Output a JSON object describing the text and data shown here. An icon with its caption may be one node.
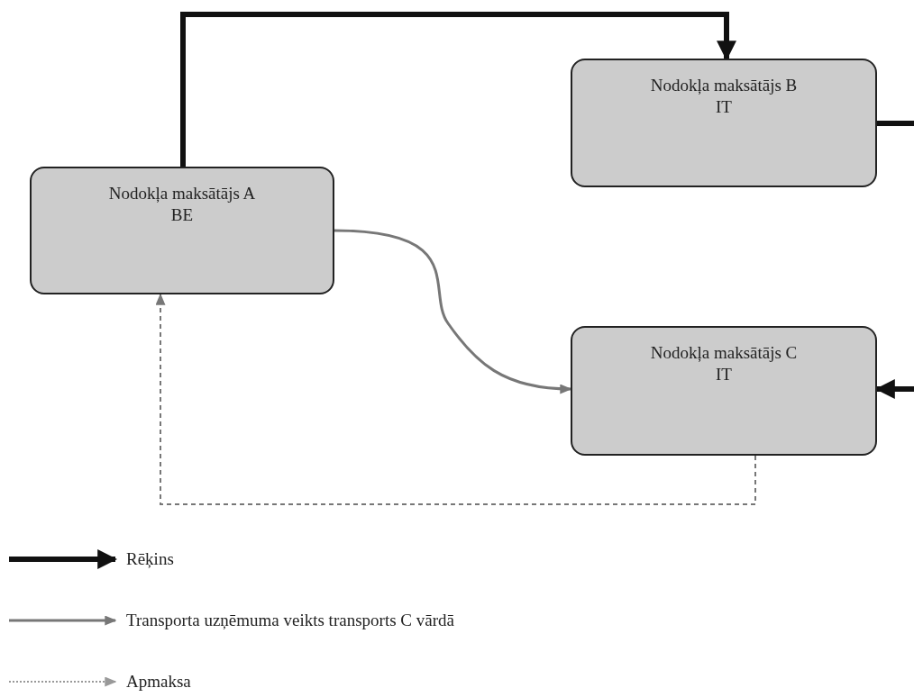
{
  "diagram": {
    "nodes": [
      {
        "text": [
          "Nodokļa maksātājs A",
          "BE"
        ]
      },
      {
        "text": [
          "Nodokļa maksātājs B",
          "IT"
        ]
      },
      {
        "text": [
          "Nodokļa maksātājs C",
          "IT"
        ]
      }
    ],
    "edges": [
      {
        "from": 0,
        "to": 1,
        "arrow": "to",
        "style": "thick"
      },
      {
        "from": 1,
        "to": 2,
        "arrow": "to",
        "style": "thick"
      },
      {
        "from": 0,
        "to": 2,
        "arrow": "to",
        "color": "#777777"
      },
      {
        "from": 2,
        "to": 0,
        "arrow": "to",
        "style": "dashed",
        "color": "#777777"
      }
    ],
    "legend": [
      {
        "text": "Rēķins"
      },
      {
        "text": "Transporta uzņēmuma veikts transports C vārdā"
      },
      {
        "text": "Apmaksa"
      }
    ]
  }
}
